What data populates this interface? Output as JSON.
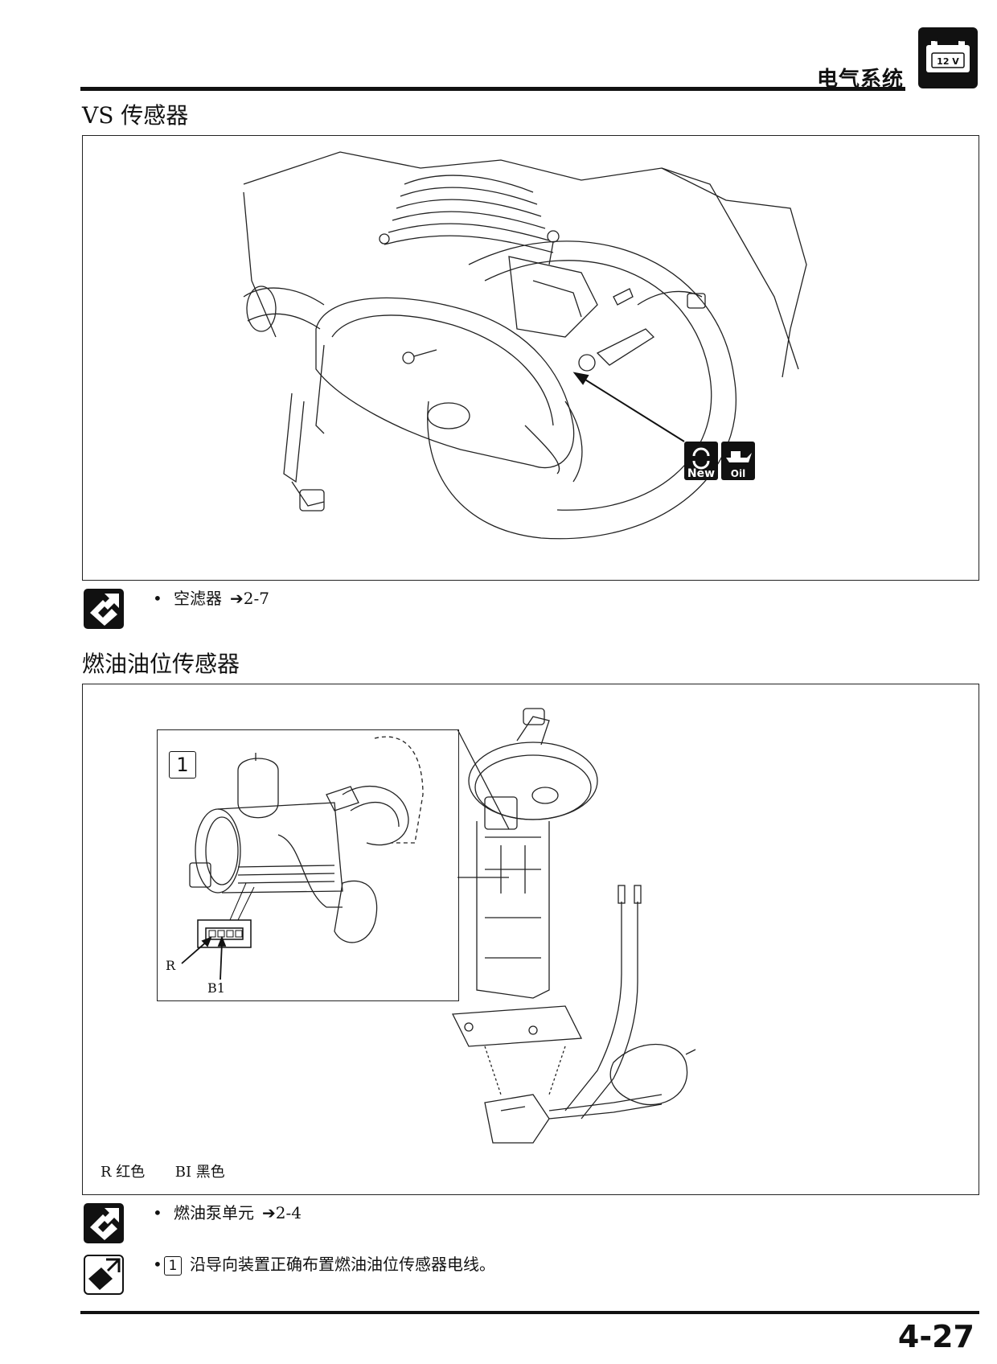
{
  "header": {
    "section": "电气系统",
    "battery_badge": "12 V",
    "battery_icon": "battery-icon"
  },
  "sections": [
    {
      "title": "VS 传感器",
      "symbols": [
        "New",
        "Oil"
      ],
      "notes": [
        {
          "icon": "removal-installation-icon",
          "text": "空滤器",
          "ref": "2-7"
        }
      ]
    },
    {
      "title": "燃油油位传感器",
      "inset_index": "1",
      "wire_labels": [
        "R",
        "B1"
      ],
      "legend": [
        "R 红色",
        "BI 黑色"
      ],
      "notes": [
        {
          "icon": "removal-installation-icon",
          "text": "燃油泵单元",
          "ref": "2-4"
        },
        {
          "icon": "routing-icon",
          "index": "1",
          "text": "沿导向装置正确布置燃油油位传感器电线。"
        }
      ]
    }
  ],
  "footer": {
    "page": "4-27"
  }
}
